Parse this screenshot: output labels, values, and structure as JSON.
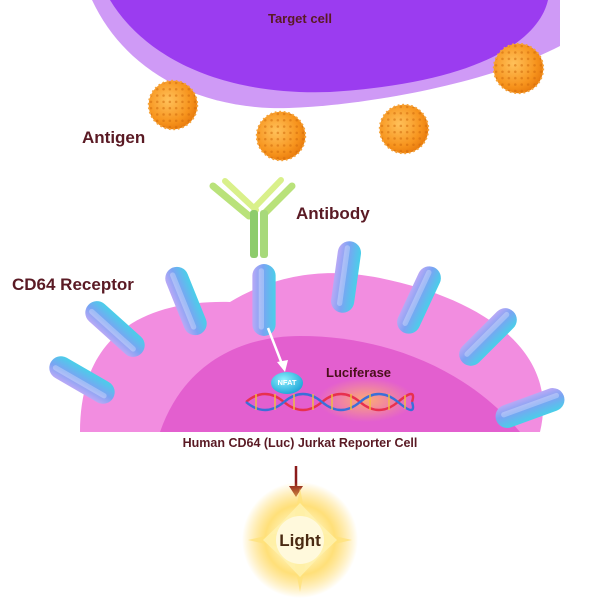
{
  "labels": {
    "target_cell": "Target cell",
    "antigen": "Antigen",
    "antibody": "Antibody",
    "cd64_receptor": "CD64 Receptor",
    "luciferase": "Luciferase",
    "nfat": "NFAT",
    "reporter_cell": "Human CD64 (Luc) Jurkat Reporter Cell",
    "light": "Light"
  },
  "colors": {
    "target_cell": "#9b3cf0",
    "target_cell_rim": "#cf9af6",
    "antigen": "#f7941d",
    "antibody": "#9bd36a",
    "reporter_cell_outer": "#f28de0",
    "reporter_cell_inner": "#e35fcf",
    "receptor": "#7b9ff2",
    "dna_red": "#e8304e",
    "dna_blue": "#3a6fd8",
    "signal_arrow": "#8b1a1a",
    "light_glow": "#ffd24a"
  },
  "icons": {
    "antigen": "spiky-ball-icon",
    "antibody": "y-shaped-antibody-icon",
    "receptor": "capsule-receptor-icon",
    "nfat": "nfat-ellipse-icon",
    "dna": "double-helix-icon",
    "light": "starburst-icon"
  }
}
